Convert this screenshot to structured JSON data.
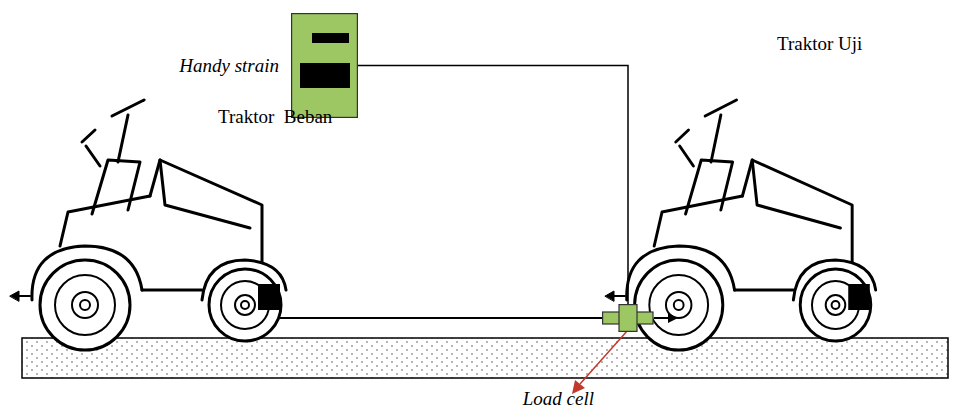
{
  "diagram": {
    "nodes": [
      {
        "text": [
          "Handy strain"
        ]
      },
      {
        "text": [
          "Load cell"
        ]
      }
    ],
    "edges": [
      {
        "from": 0,
        "to": 1,
        "arrow": "none"
      }
    ],
    "labels": [
      "Traktor  Beban",
      "Traktor Uji"
    ]
  }
}
